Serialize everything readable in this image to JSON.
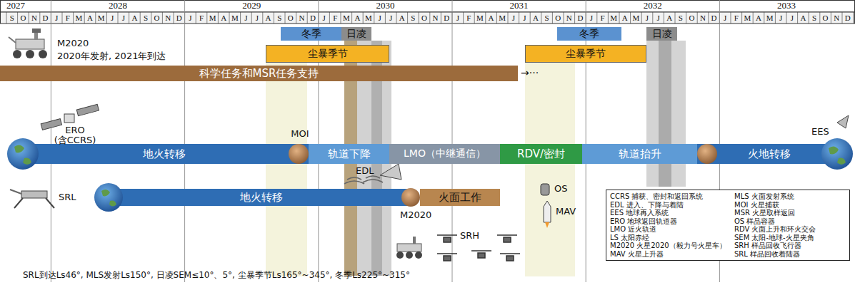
{
  "diagram": {
    "caption": "SRL到达Ls46°, MLS发射Ls150°, 日凌SEM≤10°、5°, 尘暴季节Ls165°~345°, 冬季Ls225°~315°",
    "nodes": [
      {
        "text": [
          "冬季"
        ]
      },
      {
        "text": [
          "日凌"
        ]
      },
      {
        "text": [
          "尘暴季节"
        ]
      },
      {
        "text": [
          "冬季"
        ]
      },
      {
        "text": [
          "日凌"
        ]
      },
      {
        "text": [
          "尘暴季节"
        ]
      },
      {
        "text": [
          "科学任务和MSR任务支持"
        ]
      },
      {
        "text": [
          "地火转移"
        ]
      },
      {
        "text": [
          "轨道下降"
        ]
      },
      {
        "text": [
          "LMO（中继通信）"
        ]
      },
      {
        "text": [
          "RDV/密封"
        ]
      },
      {
        "text": [
          "轨道抬升"
        ]
      },
      {
        "text": [
          "火地转移"
        ]
      },
      {
        "text": [
          "地火转移"
        ]
      },
      {
        "text": [
          "火面工作"
        ]
      },
      {
        "text": [
          "CCRS 捕获、密封和返回系统",
          "EDL 进入、下降与着陆",
          "EES 地球再入系统",
          "ERO 地球返回轨道器",
          "LMO 近火轨道",
          "LS 太阳赤经",
          "M2020 火星2020（毅力号火星车）",
          "MAV 火星上升器",
          "MLS 火面发射系统",
          "MOI 火星捕获",
          "MSR 火星取样返回",
          "OS 样品容器",
          "RDV 火面上升和环火交会",
          "SEM 太阳-地球-火星夹角",
          "SRH 样品回收飞行器",
          "SRL 样品回收着陆器"
        ]
      }
    ],
    "labels": [
      "2027",
      "2028",
      "2029",
      "2030",
      "2031",
      "2032",
      "2033",
      "S",
      "O",
      "N",
      "D",
      "J",
      "F",
      "M",
      "A",
      "M",
      "J",
      "J",
      "A",
      "S",
      "O",
      "N",
      "D",
      "J",
      "F",
      "M",
      "A",
      "M",
      "J",
      "J",
      "A",
      "S",
      "O",
      "N",
      "D",
      "J",
      "F",
      "M",
      "A",
      "M",
      "J",
      "J",
      "A",
      "S",
      "O",
      "N",
      "D",
      "J",
      "F",
      "M",
      "A",
      "M",
      "J",
      "J",
      "A",
      "S",
      "O",
      "N",
      "D",
      "J",
      "F",
      "M",
      "A",
      "M",
      "J",
      "J",
      "A",
      "S",
      "O",
      "N",
      "D",
      "J",
      "F",
      "M",
      "A",
      "M",
      "J",
      "J",
      "A",
      "S",
      "O",
      "N",
      "D",
      "M2020",
      "2020年发射, 2021年到达",
      "→···",
      "ERO",
      "(含CCRS)",
      "MOI",
      "EDL",
      "SRL",
      "OS",
      "MAV",
      "M2020",
      "SRH",
      "EES"
    ]
  }
}
